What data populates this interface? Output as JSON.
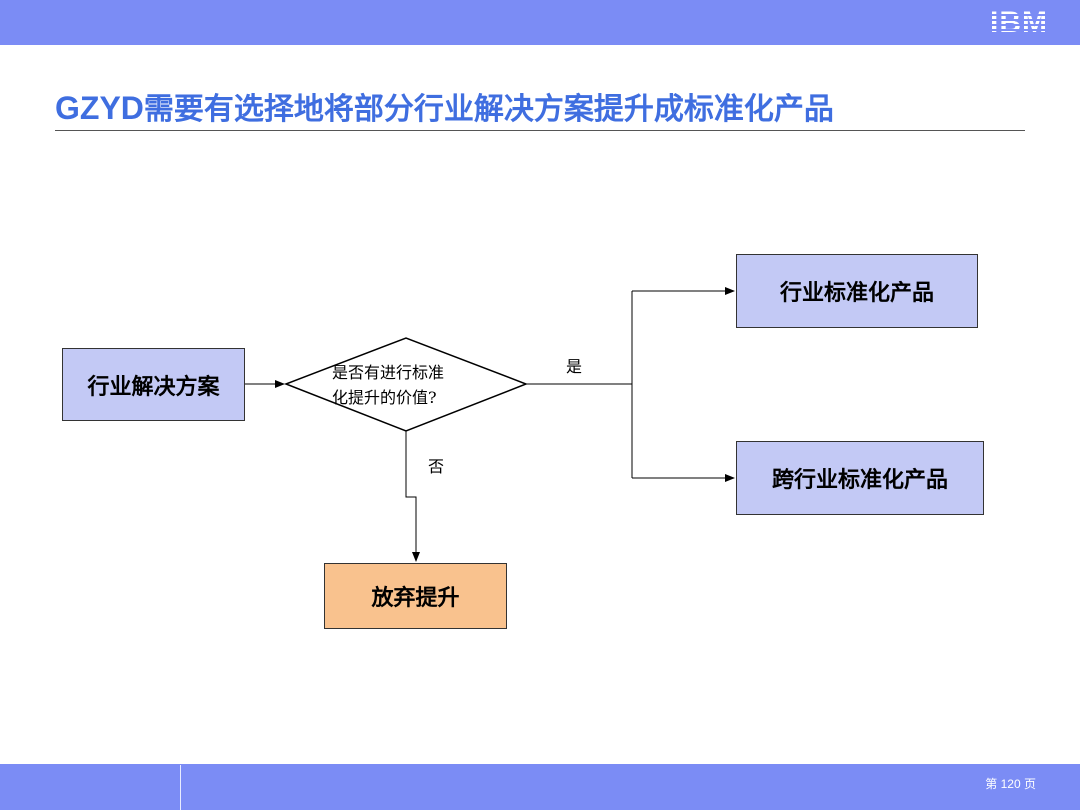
{
  "header": {
    "logo": "IBM",
    "title_latin": "GZYD",
    "title_rest": "需要有选择地将部分行业解决方案提升成标准化产品"
  },
  "flowchart": {
    "start": "行业解决方案",
    "decision_line1": "是否有进行标准",
    "decision_line2": "化提升的价值?",
    "yes_label": "是",
    "no_label": "否",
    "yes_target_1": "行业标准化产品",
    "yes_target_2": "跨行业标准化产品",
    "no_target": "放弃提升"
  },
  "footer": {
    "page_number": "第 120 页"
  },
  "colors": {
    "bar": "#7b8cf5",
    "title": "#3f6ee0",
    "blue_box": "#c3c9f5",
    "orange_box": "#f9c28e"
  }
}
